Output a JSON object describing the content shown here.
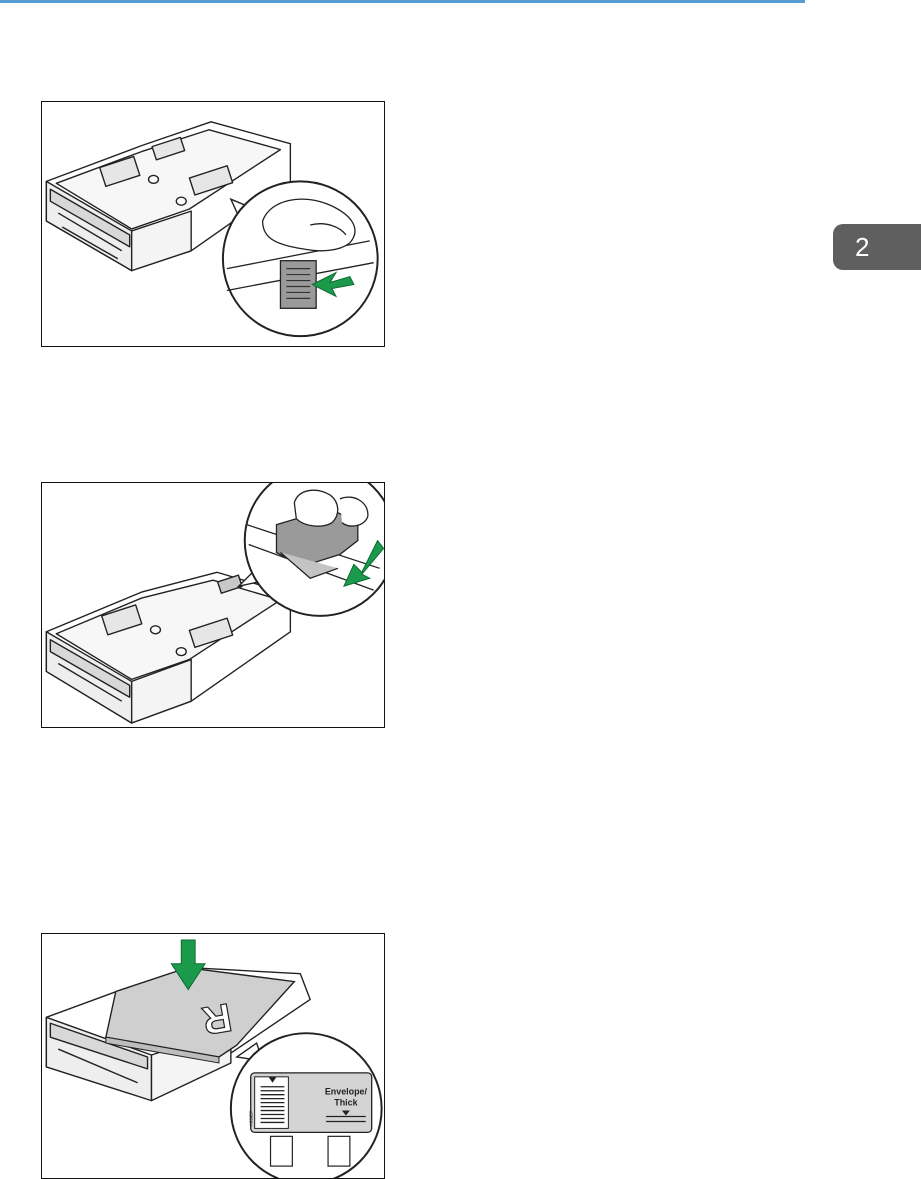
{
  "page": {
    "chapter_number": "2",
    "colors": {
      "rule": "#5b9bd5",
      "tab": "#5f5f5f",
      "arrow": "#1a9a4a",
      "paper": "#cfcfcf"
    }
  },
  "figures": [
    {
      "name": "release-lever",
      "icon": "push-lever-arrow-icon"
    },
    {
      "name": "slide-end-guide",
      "icon": "slide-guide-arrow-icon"
    },
    {
      "name": "load-paper",
      "icon": "load-paper-arrow-icon",
      "paper_mark": "R",
      "limit_label_line1": "Envelope/",
      "limit_label_line2": "Thick",
      "side_label": "A5SEF"
    }
  ]
}
